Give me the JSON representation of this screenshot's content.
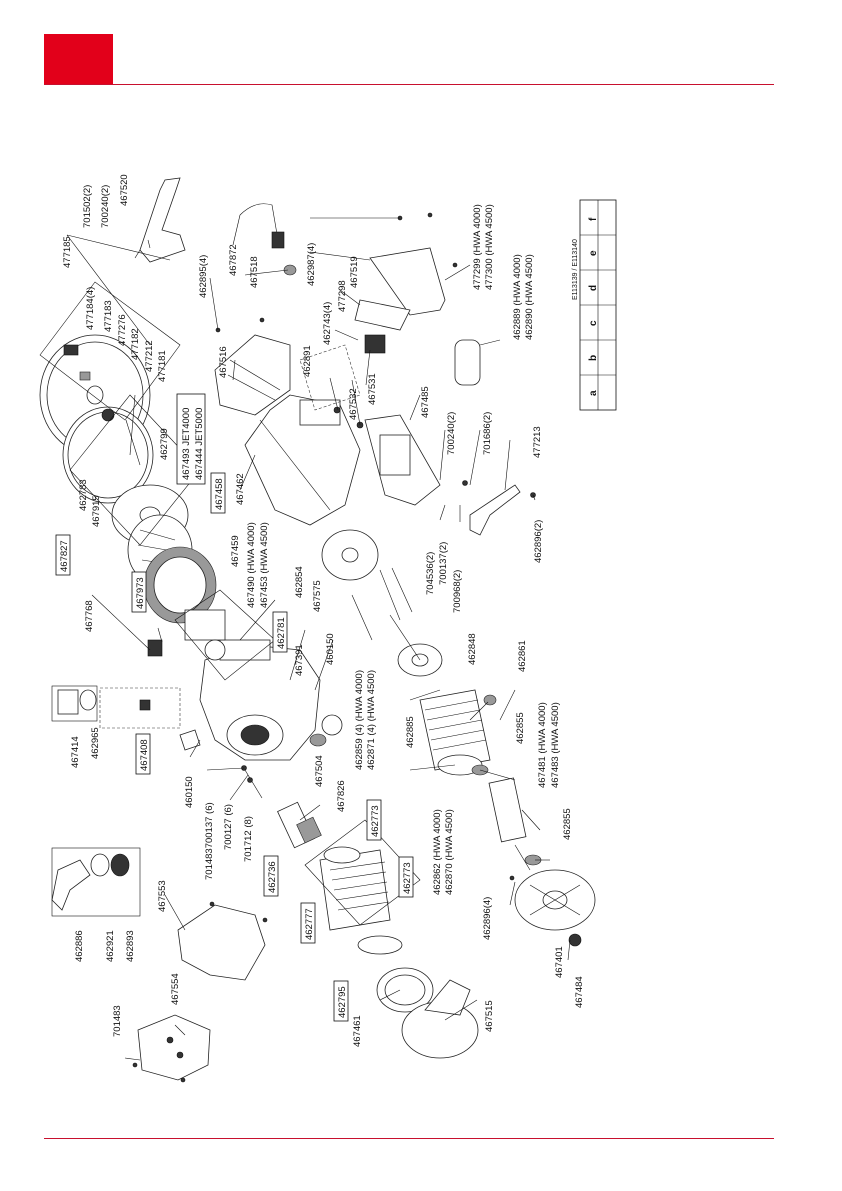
{
  "colors": {
    "brand_red": "#e2001a",
    "rule": "#c8102e"
  },
  "drawing_code": "E113139 / E113140",
  "table_letters": [
    "a",
    "b",
    "c",
    "d",
    "e",
    "f"
  ],
  "labels": [
    "701502(2)",
    "700240(2)",
    "467520",
    "477185",
    "477184(4)",
    "477183",
    "477276",
    "477182",
    "477212",
    "477181",
    "462799",
    "462783",
    "467915",
    "467827",
    "467493 JET4000",
    "467444 JET5000",
    "467458",
    "467462",
    "462895(4)",
    "467516",
    "467872",
    "467518",
    "462987(4)",
    "467519",
    "477298",
    "462743(4)",
    "462891",
    "467532",
    "467531",
    "467485",
    "477299 (HWA 4000)",
    "477300 (HWA 4500)",
    "462889 (HWA 4000)",
    "462890 (HWA 4500)",
    "700240(2)",
    "701686(2)",
    "477213",
    "462896(2)",
    "704536(2)",
    "700137(2)",
    "700968(2)",
    "467973",
    "467459",
    "467490 (HWA 4000)",
    "467453 (HWA 4500)",
    "462781",
    "467768",
    "462854",
    "467575",
    "467391",
    "460150",
    "462848",
    "462859 (4) (HWA 4000)",
    "462871 (4) (HWA 4500)",
    "467414",
    "462965",
    "467408",
    "462861",
    "462885",
    "462855",
    "467481 (HWA 4000)",
    "467483 (HWA 4500)",
    "467504",
    "467826",
    "462773",
    "460150",
    "701483700137 (6)",
    "700127 (6)",
    "701712 (8)",
    "462736",
    "462862 (HWA 4000)",
    "462870 (HWA 4500)",
    "462855",
    "462886",
    "462921",
    "462893",
    "467553",
    "462777",
    "462773",
    "462896(4)",
    "467401",
    "467484",
    "701483",
    "467554",
    "462795",
    "467461",
    "467515"
  ]
}
